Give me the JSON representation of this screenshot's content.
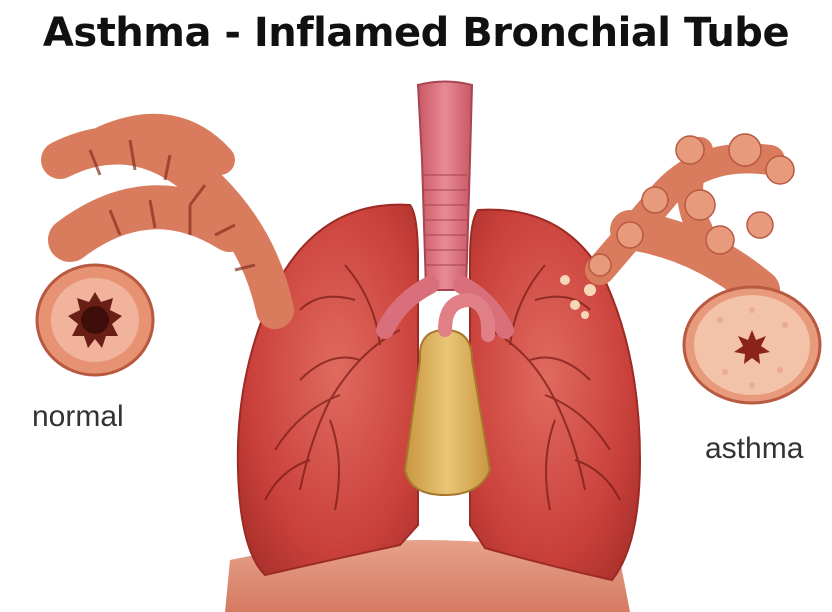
{
  "title": "Asthma - Inflamed Bronchial Tube",
  "labels": {
    "normal": "normal",
    "asthma": "asthma"
  },
  "colors": {
    "lung": "#c9403a",
    "lung_dark": "#a8302b",
    "trachea": "#d86f7a",
    "heart": "#d9b15a",
    "airway": "#e79272",
    "airway_inner": "#6a1f16",
    "asthma_wall": "#f2c3a8"
  }
}
